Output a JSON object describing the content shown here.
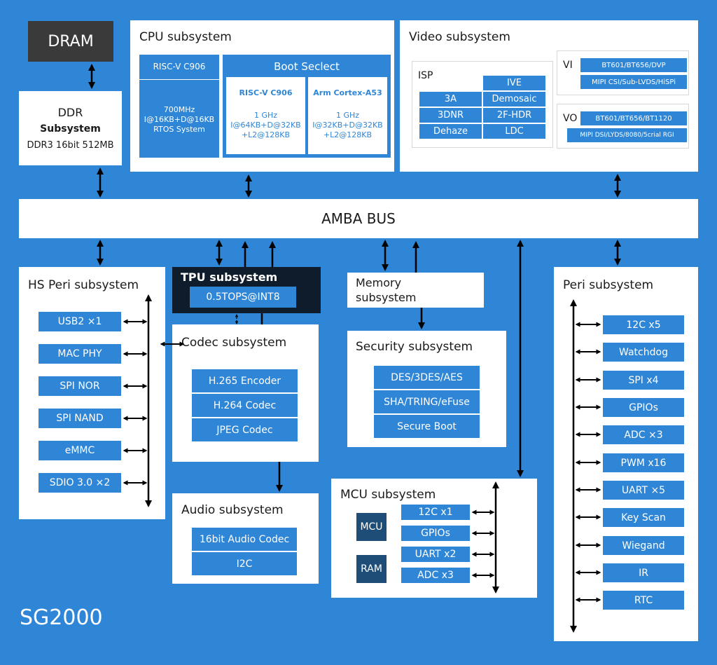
{
  "dram": "DRAM",
  "ddr": {
    "line1": "DDR",
    "line2": "Subsystem",
    "line3": "DDR3 16bit 512MB"
  },
  "cpu": {
    "title": "CPU subsystem",
    "c906_head": "RISC-V C906",
    "c906_freq": "700MHz",
    "c906_mem": "I@16KB+D@16KB",
    "c906_os": "RTOS System",
    "boot_title": "Boot Seclect",
    "boot1_name": "RISC-V C906",
    "boot1_freq": "1 GHz",
    "boot1_mem1": "I@64KB+D@32KB",
    "boot1_mem2": "+L2@128KB",
    "boot2_name": "Arm Cortex-A53",
    "boot2_freq": "1 GHz",
    "boot2_mem1": "I@32KB+D@32KB",
    "boot2_mem2": "+L2@128KB"
  },
  "video": {
    "title": "Video subsystem",
    "isp_label": "ISP",
    "isp_cells": [
      "IVE",
      "3A",
      "Demosaic",
      "3DNR",
      "2F-HDR",
      "Dehaze",
      "LDC"
    ],
    "vi_label": "VI",
    "vi_items": [
      "BT601/BT656/DVP",
      "MIPI CSI/Sub-LVDS/HiSPi"
    ],
    "vo_label": "VO",
    "vo_items": [
      "BT601/BT656/BT1120",
      "MIPI DSI/LYDS/8080/5crial RGI"
    ]
  },
  "amba": "AMBA BUS",
  "hs": {
    "title": "HS Peri subsystem",
    "items": [
      "USB2 ×1",
      "MAC PHY",
      "SPI NOR",
      "SPI NAND",
      "eMMC",
      "SDIO 3.0 ×2"
    ]
  },
  "tpu": {
    "title": "TPU subsystem",
    "value": "0.5TOPS@INT8"
  },
  "codec": {
    "title": "Codec subsystem",
    "items": [
      "H.265 Encoder",
      "H.264 Codec",
      "JPEG Codec"
    ]
  },
  "audio": {
    "title": "Audio subsystem",
    "items": [
      "16bit Audio Codec",
      "I2C"
    ]
  },
  "memory": {
    "line1": "Memory",
    "line2": "subsystem"
  },
  "security": {
    "title": "Security subsystem",
    "items": [
      "DES/3DES/AES",
      "SHA/TRING/eFuse",
      "Secure Boot"
    ]
  },
  "mcu": {
    "title": "MCU subsystem",
    "mcu_label": "MCU",
    "ram_label": "RAM",
    "items": [
      "12C x1",
      "GPIOs",
      "UART x2",
      "ADC x3"
    ]
  },
  "peri": {
    "title": "Peri subsystem",
    "items": [
      "12C x5",
      "Watchdog",
      "SPI x4",
      "GPIOs",
      "ADC ×3",
      "PWM x16",
      "UART ×5",
      "Key Scan",
      "Wiegand",
      "IR",
      "RTC"
    ]
  },
  "chip": "SG2000",
  "colors": {
    "background": "#2f86d6",
    "cell": "#2f86d6",
    "dark": "#1e4e78",
    "tpu": "#0e1c2c",
    "dram": "#3a3a3a"
  }
}
